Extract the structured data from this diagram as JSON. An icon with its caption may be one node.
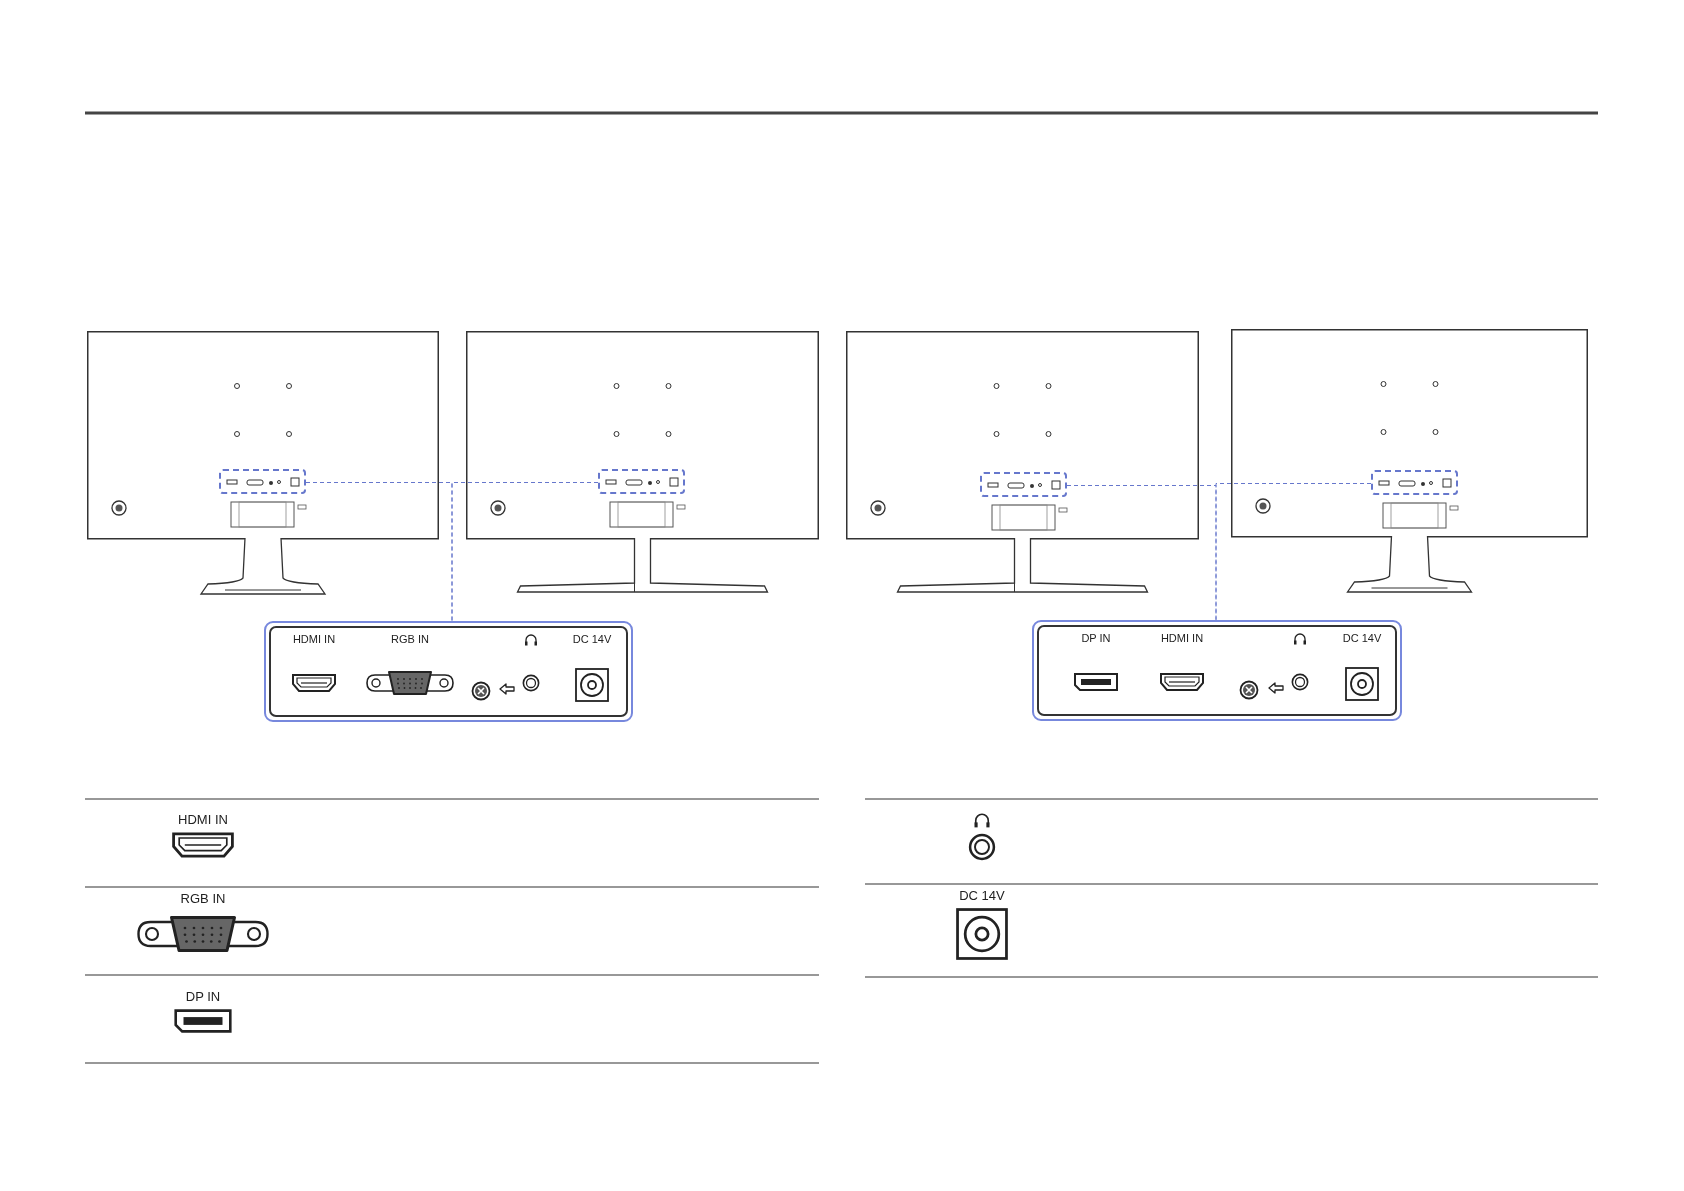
{
  "diagram": {
    "nodes": [
      {
        "text": [],
        "shape": "picture"
      },
      {
        "text": [],
        "shape": "box",
        "in": 0
      },
      {
        "text": [],
        "shape": "picture"
      },
      {
        "text": [],
        "shape": "box",
        "in": 2
      },
      {
        "text": [],
        "shape": "picture"
      },
      {
        "text": [],
        "shape": "box",
        "in": 4
      },
      {
        "text": [],
        "shape": "picture"
      },
      {
        "text": [],
        "shape": "box",
        "in": 6
      },
      {
        "text": [
          "HDMI IN",
          "RGB IN",
          "DC 14V"
        ]
      },
      {
        "text": [
          "DP IN",
          "HDMI IN",
          "DC 14V"
        ]
      }
    ],
    "edges": [
      {
        "from": 1,
        "to": 8,
        "arrow": "none",
        "style": "dashed",
        "color": "#6677cc"
      },
      {
        "from": 3,
        "to": 8,
        "arrow": "none",
        "style": "dashed",
        "color": "#6677cc"
      },
      {
        "from": 5,
        "to": 9,
        "arrow": "none",
        "style": "dashed",
        "color": "#6677cc"
      },
      {
        "from": 7,
        "to": 9,
        "arrow": "none",
        "style": "dashed",
        "color": "#6677cc"
      }
    ],
    "labels": [
      "HDMI IN",
      "RGB IN",
      "DP IN",
      "DC 14V"
    ]
  }
}
